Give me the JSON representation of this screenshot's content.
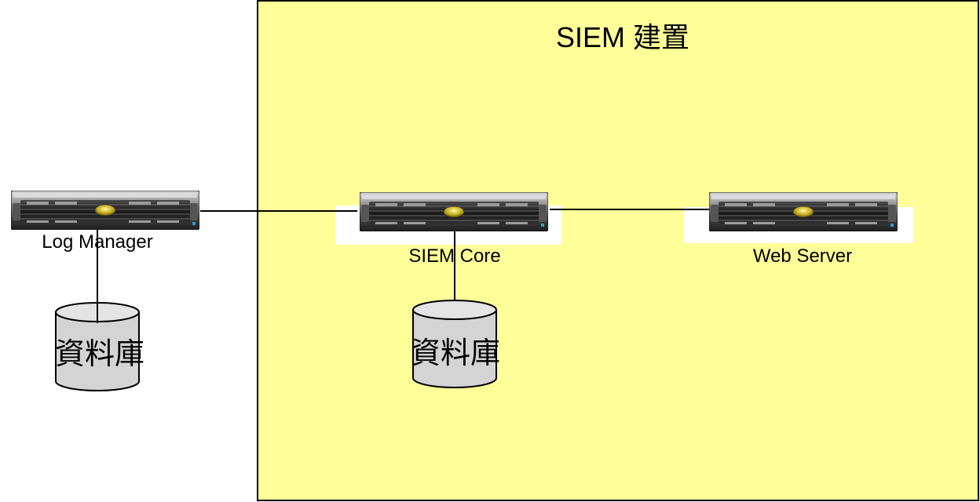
{
  "diagram": {
    "zone": {
      "title": "SIEM 建置",
      "fill": "#FFFF99"
    },
    "servers": [
      {
        "id": "log-manager",
        "label": "Log Manager"
      },
      {
        "id": "siem-core",
        "label": "SIEM Core"
      },
      {
        "id": "web-server",
        "label": "Web Server"
      }
    ],
    "databases": [
      {
        "id": "log-manager-db",
        "label": "資料庫",
        "attached_to": "log-manager"
      },
      {
        "id": "siem-core-db",
        "label": "資料庫",
        "attached_to": "siem-core"
      }
    ],
    "connections": [
      {
        "from": "log-manager",
        "to": "siem-core"
      },
      {
        "from": "siem-core",
        "to": "web-server"
      },
      {
        "from": "log-manager",
        "to": "log-manager-db"
      },
      {
        "from": "siem-core",
        "to": "siem-core-db"
      }
    ]
  }
}
